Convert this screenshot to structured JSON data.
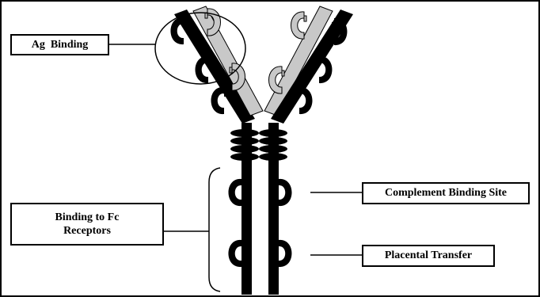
{
  "labels": {
    "ag_binding": "Ag  Binding",
    "complement_binding": "Complement Binding Site",
    "fc_receptors": "Binding to Fc Receptors",
    "placental_transfer": "Placental Transfer"
  },
  "colors": {
    "chain_dark": "#000000",
    "chain_light": "#c8c8c8",
    "line": "#000000",
    "background": "#ffffff"
  }
}
